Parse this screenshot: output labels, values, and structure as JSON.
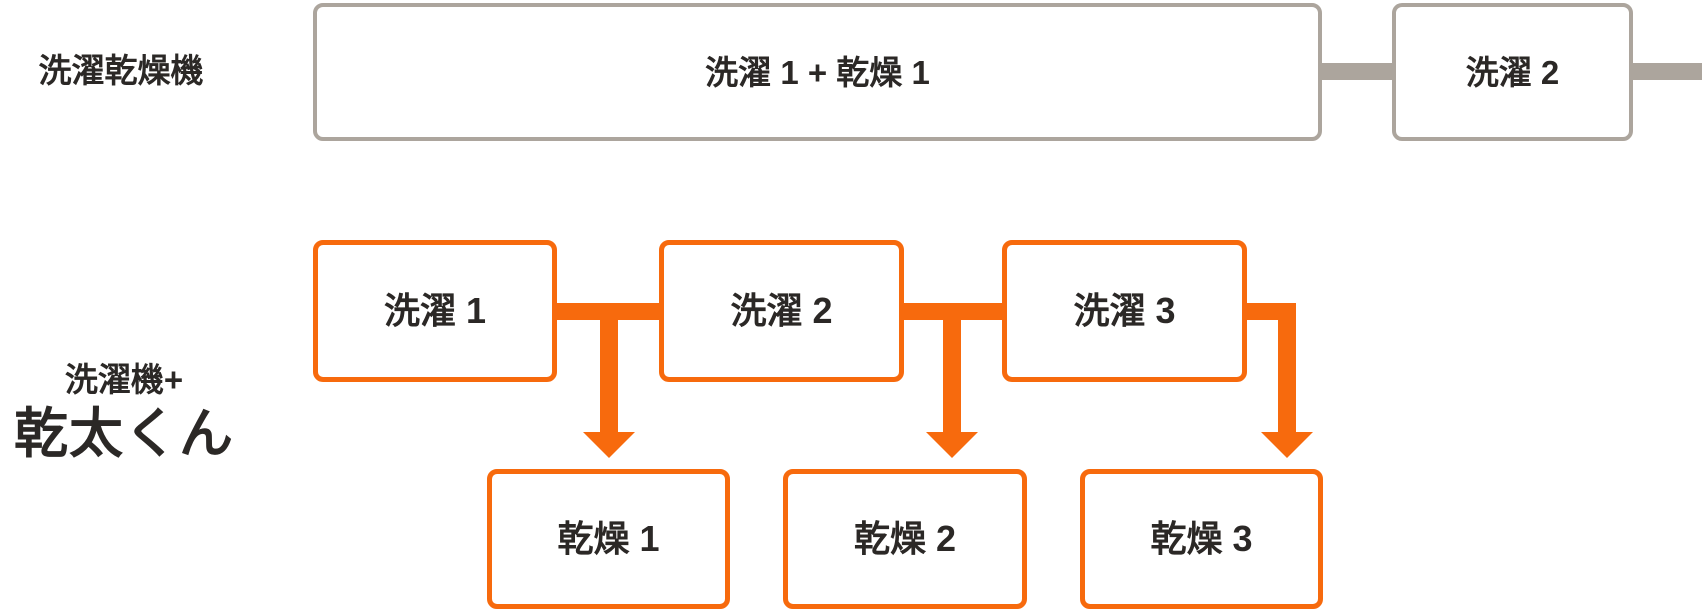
{
  "colors": {
    "orange": "#F76A0D",
    "gray": "#ACA59D",
    "text": "#2B2826",
    "box_fill": "#FFFFFF",
    "background": "#FFFFFF"
  },
  "washer_dryer_row": {
    "label": "洗濯乾燥機",
    "steps": [
      {
        "label": "洗濯 1 + 乾燥 1"
      },
      {
        "label": "洗濯 2"
      }
    ]
  },
  "washer_kanta_row": {
    "label_line1": "洗濯機+",
    "label_line2": "乾太くん",
    "wash_steps": [
      {
        "label": "洗濯 1"
      },
      {
        "label": "洗濯 2"
      },
      {
        "label": "洗濯 3"
      }
    ],
    "dry_steps": [
      {
        "label": "乾燥 1"
      },
      {
        "label": "乾燥 2"
      },
      {
        "label": "乾燥 3"
      }
    ]
  }
}
